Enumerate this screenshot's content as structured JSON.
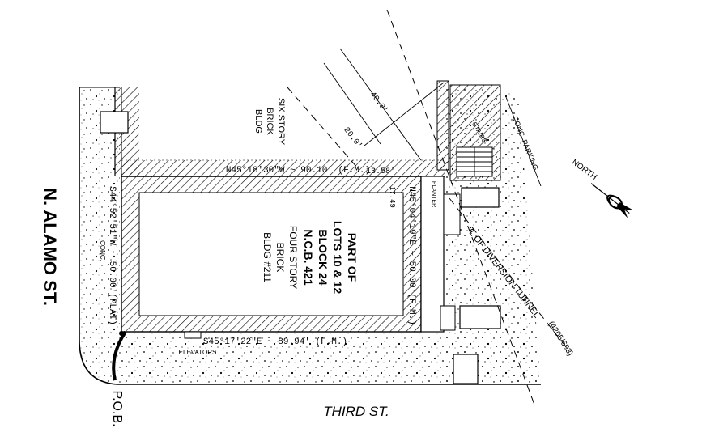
{
  "streets": {
    "n_alamo": "N. ALAMO ST.",
    "third": "THIRD ST."
  },
  "pob": "P.O.B.",
  "north_label": "NORTH",
  "lot": {
    "line1": "PART OF",
    "line2": "LOTS 10 & 12",
    "line3": "BLOCK 24",
    "line4": "N.C.B. 421",
    "line5": "FOUR STORY",
    "line6": "BRICK",
    "line7": "BLDG #211"
  },
  "adjacent": {
    "line1": "SIX STORY",
    "line2": "BRICK",
    "line3": "BLDG"
  },
  "bearings": {
    "north_line": "N45°18'30\"W ~ 90.10' (F.M.)",
    "north_tie": "13.58'",
    "east_line": "N45°04'19\"E ~ 50.00'(F.M.)",
    "east_tie": "17.49'",
    "south_line": "S45°17'22\"E ~ 89.94' (F.M.)",
    "west_line": "S44°52'51\"W ~ 50.00'(PLAT)"
  },
  "dims": {
    "forty": "40.0'",
    "twenty": "20.0'"
  },
  "notes": {
    "conc_parking": "CONC. PARKING",
    "stairs": "STAIRS",
    "planter": "PLANTER",
    "conc": "CONC.",
    "elevators": "ELEVATORS",
    "tunnel": "℄ OF DIVERSION TUNNEL",
    "tunnel_ref": "(4205/693)"
  }
}
